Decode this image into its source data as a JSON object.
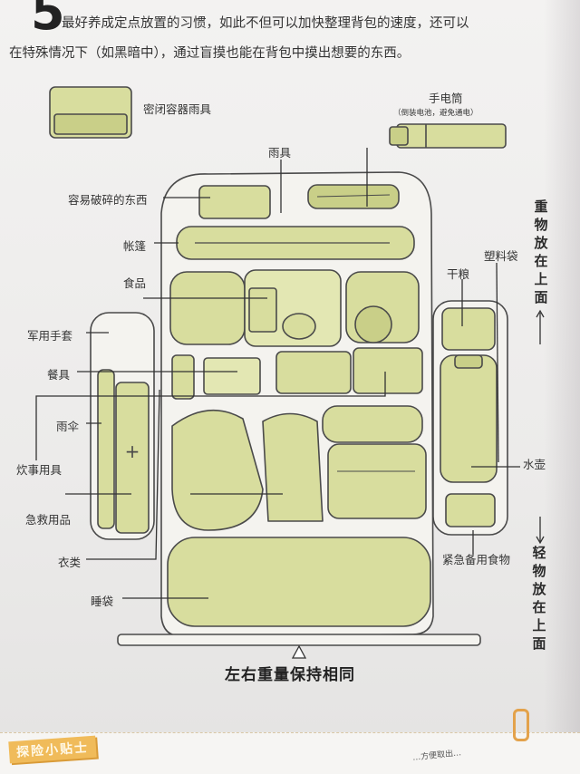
{
  "intro": {
    "step_number": "5",
    "line1": "最好养成定点放置的习惯，如此不但可以加快整理背包的速度，还可以",
    "line2": "在特殊情况下（如黑暗中），通过盲摸也能在背包中摸出想要的东西。"
  },
  "labels": {
    "sealed_rain_gear": "密闭容器雨具",
    "flashlight": "手电筒",
    "flashlight_note": "（倒装电池，避免通电）",
    "rain_gear": "雨具",
    "fragile": "容易破碎的东西",
    "tent": "帐篷",
    "food": "食品",
    "dry_food": "干粮",
    "plastic_bag": "塑料袋",
    "gloves": "军用手套",
    "tableware": "餐具",
    "umbrella": "雨伞",
    "cookware": "炊事用具",
    "first_aid": "急救用品",
    "clothes": "衣类",
    "sleeping_bag": "睡袋",
    "water_bottle": "水壶",
    "emergency": "紧急备用食物"
  },
  "side_notes": {
    "heavy_top": "重物放在上面",
    "light_top": "轻物放在上面"
  },
  "bottom_title": "左右重量保持相同",
  "tips_badge": "探险小贴士",
  "footer_peek": "…方便取出…",
  "colors": {
    "item_fill": "#d8dd9e",
    "item_fill_dark": "#b9c07a",
    "outline": "#4a4a4a",
    "paper": "#efeeec",
    "badge": "#f0bb5a"
  }
}
